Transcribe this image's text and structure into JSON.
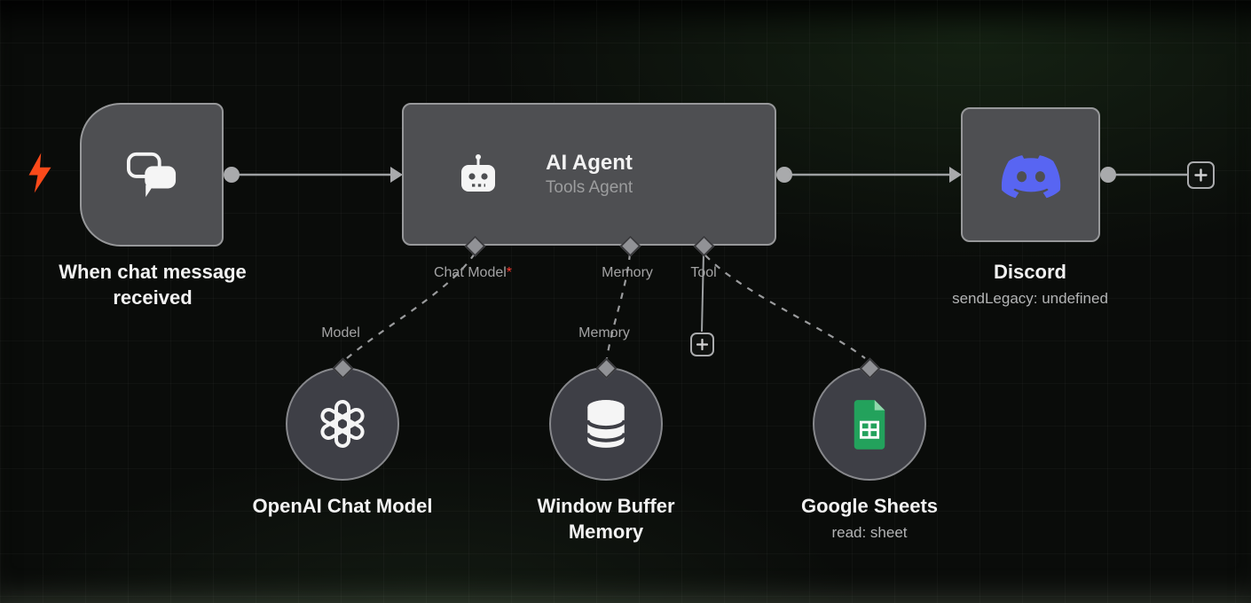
{
  "canvas": {
    "app": "workflow-editor"
  },
  "nodes": {
    "trigger": {
      "title_line1": "When chat message",
      "title_line2": "received"
    },
    "agent": {
      "title": "AI Agent",
      "subtitle": "Tools Agent",
      "ports": {
        "chat_model": "Chat Model",
        "required_mark": "*",
        "memory": "Memory",
        "tool": "Tool"
      }
    },
    "discord": {
      "title": "Discord",
      "subtitle": "sendLegacy: undefined"
    },
    "openai": {
      "port": "Model",
      "title": "OpenAI Chat Model"
    },
    "window_buffer": {
      "port": "Memory",
      "title_line1": "Window Buffer",
      "title_line2": "Memory"
    },
    "sheets": {
      "title": "Google Sheets",
      "subtitle": "read: sheet"
    }
  },
  "icons": {
    "trigger": "chat-bubbles-icon",
    "agent": "robot-icon",
    "discord": "discord-icon",
    "openai": "openai-logo-icon",
    "window_buffer": "database-icon",
    "sheets": "spreadsheet-icon",
    "lightning": "lightning-bolt-icon",
    "plus": "plus-icon"
  },
  "colors": {
    "node_fill": "#4e4f52",
    "node_border": "#97989a",
    "circle_fill": "#3e3f46",
    "connection": "#9da0a2",
    "icon_white": "#f5f5f5",
    "discord_blurple": "#5865f2",
    "sheets_green": "#23a25c",
    "sheets_fold": "#8fd8ab",
    "lightning_orange": "#fc4a1a",
    "required_red": "#ff3b30"
  }
}
